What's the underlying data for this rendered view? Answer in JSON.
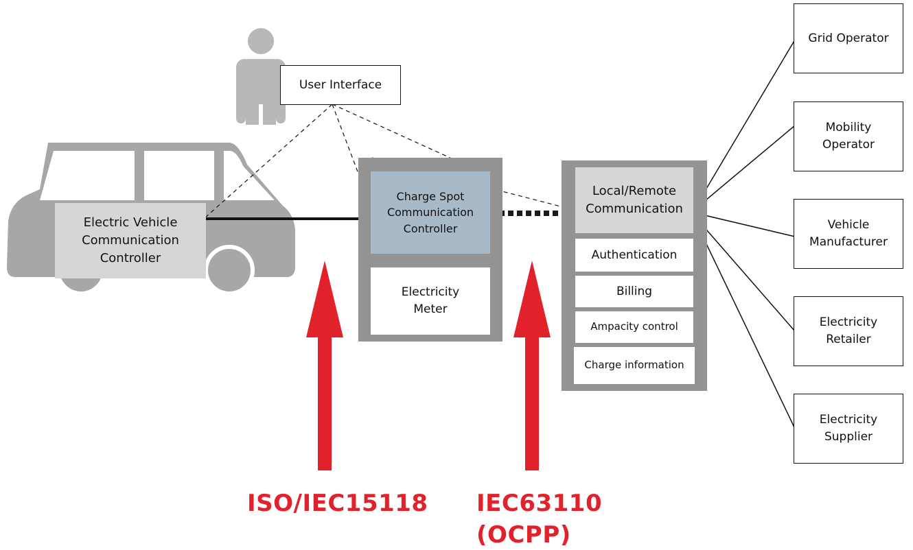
{
  "colors": {
    "panel_grey": "#939393",
    "light_grey": "#d6d6d6",
    "steel_blue": "#a8b9c8",
    "car_grey": "#a7a7a7",
    "accent_red": "#e1222b",
    "line": "#111111"
  },
  "icons": {
    "person": "person-icon",
    "vehicle": "car-icon",
    "arrows": "arrow-up-icon"
  },
  "user_interface": {
    "label": "User Interface"
  },
  "vehicle": {
    "ev_controller": "Electric Vehicle\nCommunication\nController"
  },
  "charge_spot": {
    "controller": "Charge Spot\nCommunication\nController",
    "meter": "Electricity\nMeter"
  },
  "backend": {
    "communication": "Local/Remote\nCommunication",
    "functions": [
      "Authentication",
      "Billing",
      "Ampacity control",
      "Charge information"
    ]
  },
  "stakeholders": [
    "Grid Operator",
    "Mobility\nOperator",
    "Vehicle\nManufacturer",
    "Electricity\nRetailer",
    "Electricity\nSupplier"
  ],
  "standards": {
    "left": "ISO/IEC15118",
    "right": "IEC63110\n(OCPP)"
  }
}
